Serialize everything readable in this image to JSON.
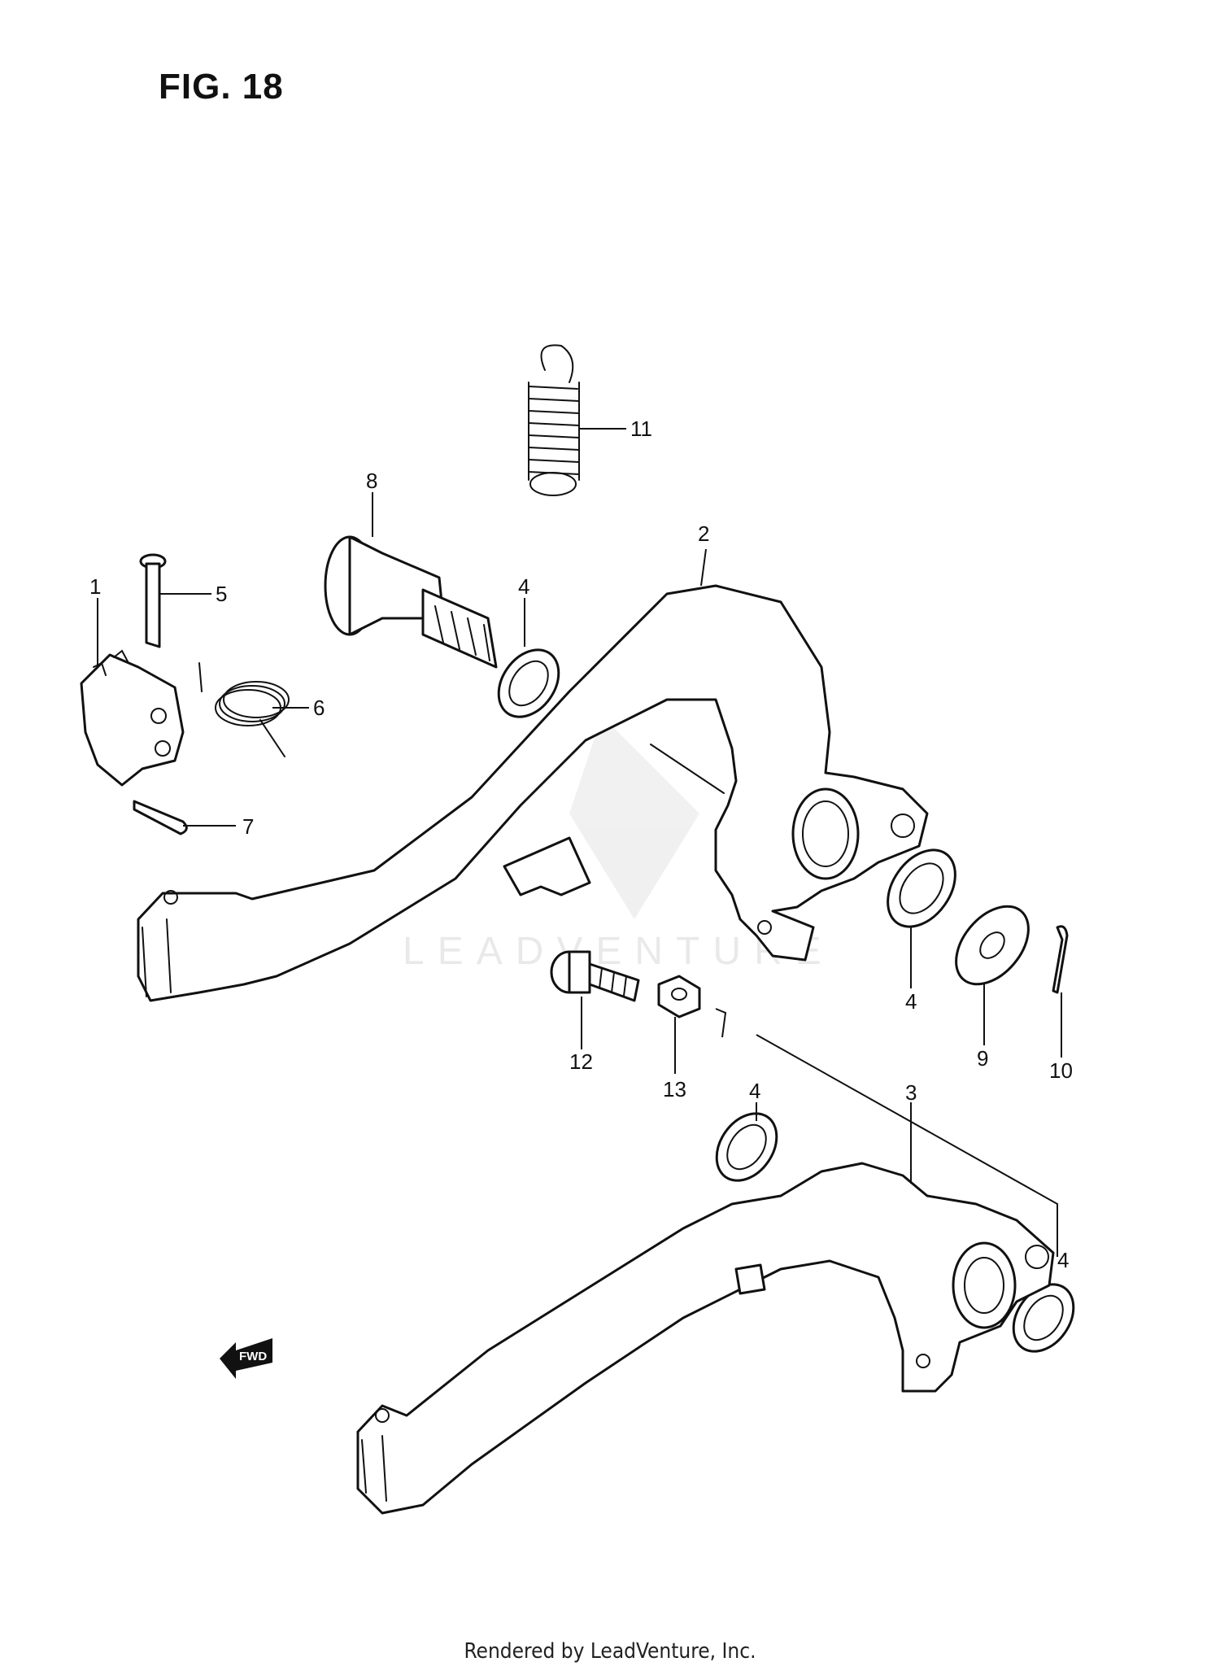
{
  "figure": {
    "title": "FIG. 18",
    "footer": "Rendered by LeadVenture, Inc.",
    "watermark": "LEADVENTURE",
    "fwd_label": "FWD"
  },
  "callouts": [
    {
      "id": "c1",
      "label": "1"
    },
    {
      "id": "c2",
      "label": "2"
    },
    {
      "id": "c3",
      "label": "3"
    },
    {
      "id": "c4a",
      "label": "4"
    },
    {
      "id": "c4b",
      "label": "4"
    },
    {
      "id": "c4c",
      "label": "4"
    },
    {
      "id": "c4d",
      "label": "4"
    },
    {
      "id": "c5",
      "label": "5"
    },
    {
      "id": "c6",
      "label": "6"
    },
    {
      "id": "c7",
      "label": "7"
    },
    {
      "id": "c8",
      "label": "8"
    },
    {
      "id": "c9",
      "label": "9"
    },
    {
      "id": "c10",
      "label": "10"
    },
    {
      "id": "c11",
      "label": "11"
    },
    {
      "id": "c12",
      "label": "12"
    },
    {
      "id": "c13",
      "label": "13"
    }
  ]
}
